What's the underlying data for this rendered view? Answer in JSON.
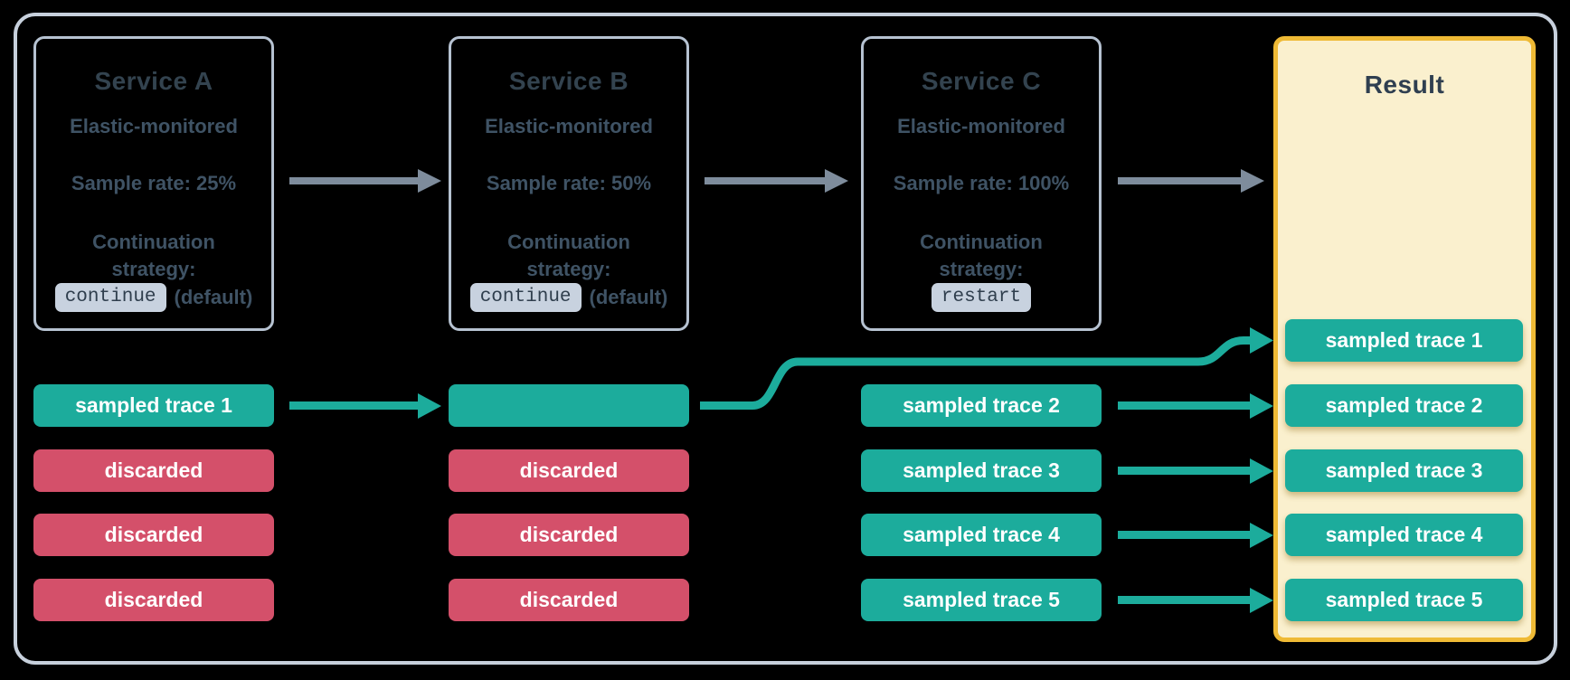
{
  "colors": {
    "background": "#000000",
    "container_border": "#C7D0DC",
    "service_box_border": "#B6C2D1",
    "title_text": "#33434F",
    "body_text": "#3F5365",
    "chip_background": "#C8D2DF",
    "chip_text": "#2F3E4D",
    "flow_arrow_gray": "#7E8C9C",
    "sampled_teal": "#1CAC9C",
    "discarded_red": "#D4506A",
    "bar_text": "#FFFFFF",
    "result_border": "#EFBA35",
    "result_background": "#FAF0CE"
  },
  "icons": {
    "flow_arrow": "right-arrow",
    "trace_arrow": "right-arrow-teal",
    "continuation_curve": "s-curve-right-arrow"
  },
  "services": [
    {
      "title": "Service A",
      "monitoring": "Elastic-monitored",
      "sample_rate": "Sample rate: 25%",
      "strategy_line1": "Continuation",
      "strategy_line2": "strategy:",
      "strategy_value": "continue",
      "strategy_suffix": "(default)",
      "rows": [
        {
          "label": "sampled trace 1",
          "type": "sampled"
        },
        {
          "label": "discarded",
          "type": "discarded"
        },
        {
          "label": "discarded",
          "type": "discarded"
        },
        {
          "label": "discarded",
          "type": "discarded"
        }
      ]
    },
    {
      "title": "Service B",
      "monitoring": "Elastic-monitored",
      "sample_rate": "Sample rate: 50%",
      "strategy_line1": "Continuation",
      "strategy_line2": "strategy:",
      "strategy_value": "continue",
      "strategy_suffix": "(default)",
      "rows": [
        {
          "label": "",
          "type": "sampled"
        },
        {
          "label": "discarded",
          "type": "discarded"
        },
        {
          "label": "discarded",
          "type": "discarded"
        },
        {
          "label": "discarded",
          "type": "discarded"
        }
      ]
    },
    {
      "title": "Service C",
      "monitoring": "Elastic-monitored",
      "sample_rate": "Sample rate: 100%",
      "strategy_line1": "Continuation",
      "strategy_line2": "strategy:",
      "strategy_value": "restart",
      "rows": [
        {
          "label": "sampled trace 2",
          "type": "sampled"
        },
        {
          "label": "sampled trace 3",
          "type": "sampled"
        },
        {
          "label": "sampled trace 4",
          "type": "sampled"
        },
        {
          "label": "sampled trace 5",
          "type": "sampled"
        }
      ]
    }
  ],
  "result": {
    "title": "Result",
    "rows": [
      {
        "label": "sampled trace 1",
        "type": "sampled"
      },
      {
        "label": "sampled trace 2",
        "type": "sampled"
      },
      {
        "label": "sampled trace 3",
        "type": "sampled"
      },
      {
        "label": "sampled trace 4",
        "type": "sampled"
      },
      {
        "label": "sampled trace 5",
        "type": "sampled"
      }
    ]
  }
}
